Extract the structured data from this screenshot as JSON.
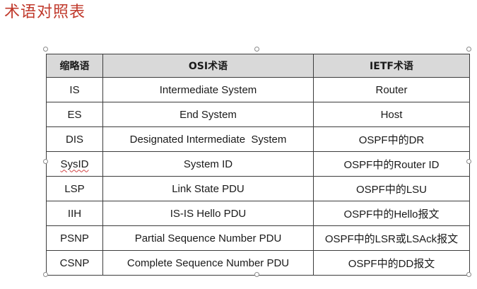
{
  "slide": {
    "title": "术语对照表"
  },
  "table": {
    "headers": [
      "缩略语",
      "OSI术语",
      "IETF术语"
    ],
    "rows": [
      {
        "abbr": "IS",
        "osi": "Intermediate System",
        "ietf": "Router"
      },
      {
        "abbr": "ES",
        "osi": "End System",
        "ietf": "Host"
      },
      {
        "abbr": "DIS",
        "osi": "Designated Intermediate  System",
        "ietf": "OSPF中的DR"
      },
      {
        "abbr": "SysID",
        "osi": "System ID",
        "ietf": "OSPF中的Router ID"
      },
      {
        "abbr": "LSP",
        "osi": "Link State PDU",
        "ietf": "OSPF中的LSU"
      },
      {
        "abbr": "IIH",
        "osi": "IS-IS Hello PDU",
        "ietf": "OSPF中的Hello报文"
      },
      {
        "abbr": "PSNP",
        "osi": "Partial Sequence Number PDU",
        "ietf": "OSPF中的LSR或LSAck报文"
      },
      {
        "abbr": "CSNP",
        "osi": "Complete Sequence Number PDU",
        "ietf": "OSPF中的DD报文"
      }
    ]
  },
  "colors": {
    "title": "#c0392b",
    "header_bg": "#d9d9d9",
    "border": "#3c3c3c",
    "spellcheck": "#d04040"
  }
}
